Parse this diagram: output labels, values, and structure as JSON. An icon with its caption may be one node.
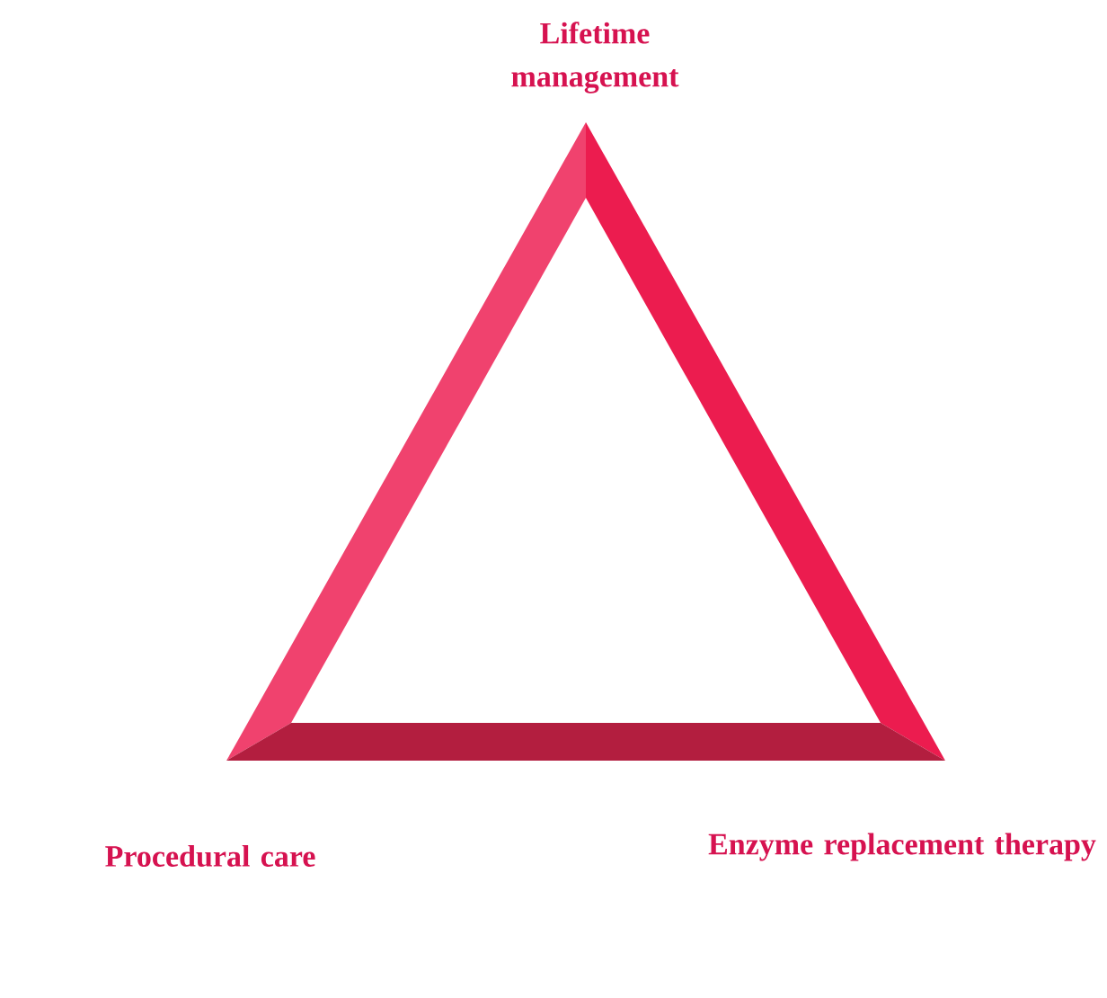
{
  "diagram": {
    "labels": [
      "Lifetime management",
      "Procedural care",
      "Enzyme replacement therapy"
    ]
  }
}
